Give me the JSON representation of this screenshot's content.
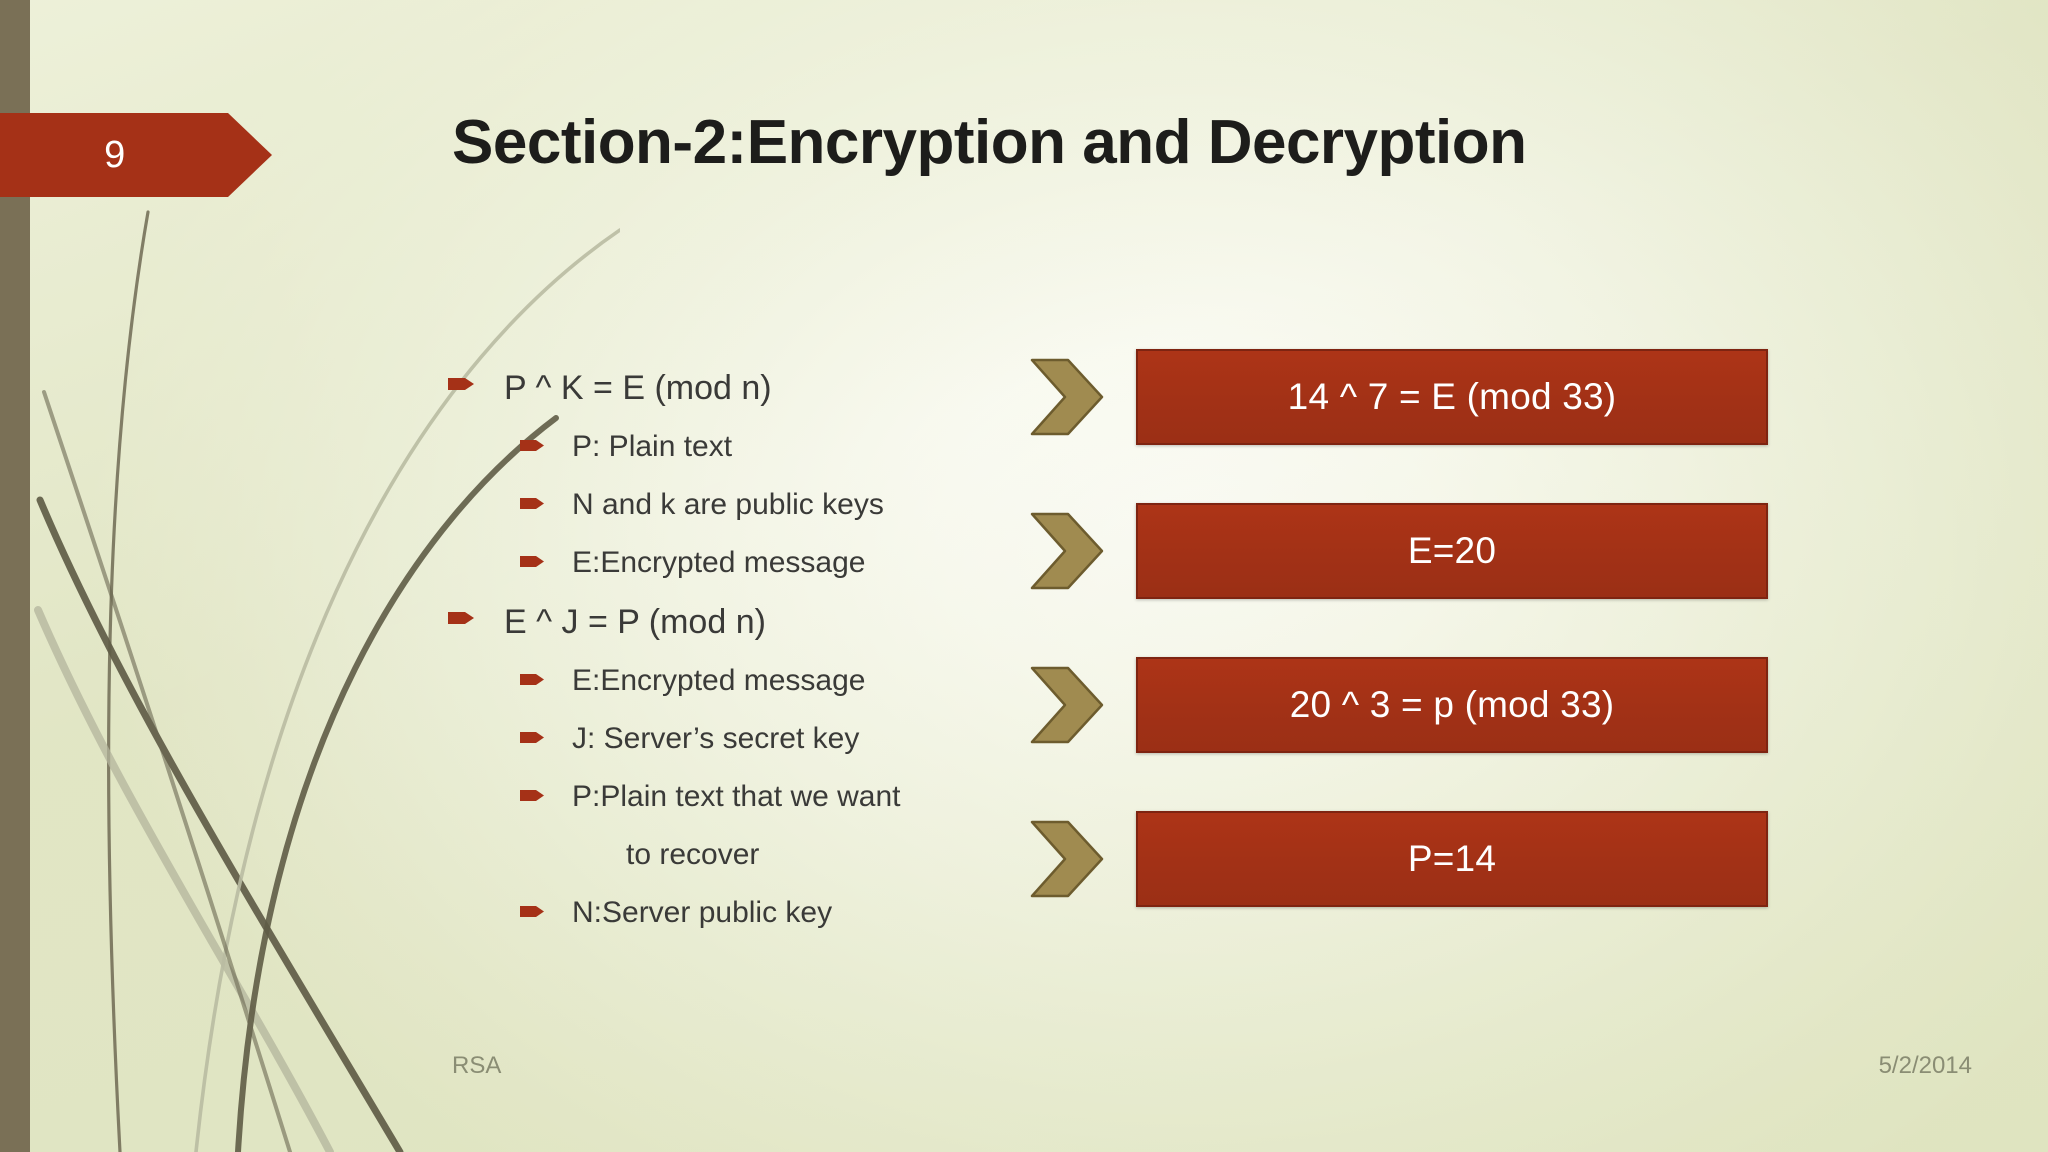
{
  "slide": {
    "page_number": "9",
    "title": "Section-2:Encryption and Decryption",
    "footer_left": "RSA",
    "footer_right": "5/2/2014"
  },
  "colors": {
    "accent_red": "#a53117",
    "banner_red": "#a53117",
    "left_bar": "#7a7056",
    "chevron_tan": "#a08b50",
    "chevron_outline": "#6d5c2e",
    "background_light": "#fbfbf6",
    "background_olive": "#dde2bd",
    "title_text": "#1d1d1b",
    "body_text": "#3a3a38",
    "footer_text": "#8a8d74",
    "box_text": "#ffffff"
  },
  "bullets": [
    {
      "level": 1,
      "text": "P ^ K = E (mod n)",
      "marker": "pennant-bullet-icon"
    },
    {
      "level": 2,
      "text": "P: Plain text",
      "marker": "pennant-bullet-icon"
    },
    {
      "level": 2,
      "text": "N and k are public keys",
      "marker": "pennant-bullet-icon"
    },
    {
      "level": 2,
      "text": "E:Encrypted message",
      "marker": "pennant-bullet-icon"
    },
    {
      "level": 1,
      "text": "E ^ J = P (mod n)",
      "marker": "pennant-bullet-icon"
    },
    {
      "level": 2,
      "text": "E:Encrypted message",
      "marker": "pennant-bullet-icon"
    },
    {
      "level": 2,
      "text": "J: Server’s secret key",
      "marker": "pennant-bullet-icon"
    },
    {
      "level": 2,
      "text": "P:Plain text that we want",
      "marker": "pennant-bullet-icon"
    },
    {
      "level": 0,
      "text": "to recover",
      "marker": "none"
    },
    {
      "level": 2,
      "text": "N:Server public key",
      "marker": "pennant-bullet-icon"
    }
  ],
  "steps": [
    {
      "arrow": "chevron-right-icon",
      "label": "14 ^ 7 = E (mod 33)"
    },
    {
      "arrow": "chevron-right-icon",
      "label": "E=20"
    },
    {
      "arrow": "chevron-right-icon",
      "label": "20 ^ 3 = p (mod 33)"
    },
    {
      "arrow": "chevron-right-icon",
      "label": "P=14"
    }
  ]
}
